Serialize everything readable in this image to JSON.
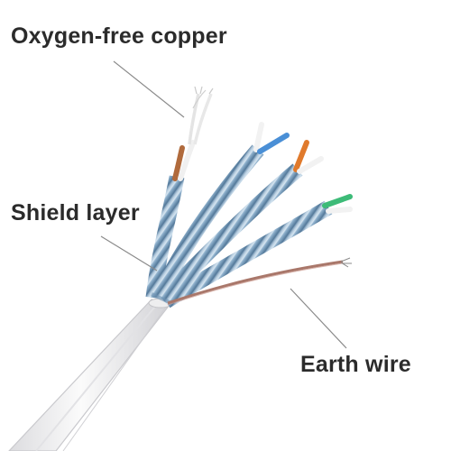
{
  "labels": {
    "copper": "Oxygen-free copper",
    "shield": "Shield layer",
    "earth": "Earth wire"
  },
  "colors": {
    "text": "#2b2b2b",
    "leader": "#8a8a8a",
    "jacket": "#f3f3f4",
    "jacket_edge": "#c9c9cd",
    "foil": "#7ea3c3",
    "foil_light": "#c5d8e8",
    "foil_dark": "#557c9e",
    "drain_wire": "#a9776a",
    "conductor_white": "#f2f2f2",
    "conductor_blue": "#4a8fd6",
    "conductor_orange": "#e07a2c",
    "conductor_green": "#3dbb78",
    "conductor_brown": "#b06a3c",
    "bare_copper": "#d9d9d9"
  }
}
